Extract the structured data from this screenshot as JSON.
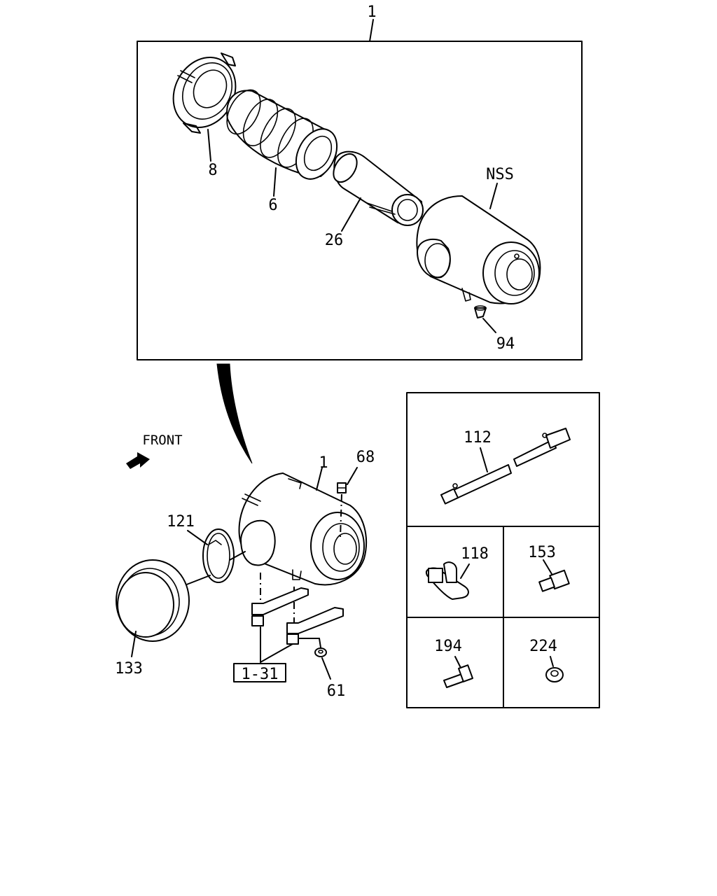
{
  "diagram": {
    "top_callout": "1",
    "exploded_view": {
      "labels": {
        "cap_clamp": "8",
        "bellows": "6",
        "element": "26",
        "housing": "NSS",
        "valve": "94"
      }
    },
    "assembly_view": {
      "front_label": "FRONT",
      "labels": {
        "housing": "1",
        "indicator": "68",
        "band": "121",
        "cover": "133",
        "bracket_ref": "1-31",
        "nut": "61"
      }
    },
    "inset_panel": {
      "labels": {
        "hose": "112",
        "elbow": "118",
        "fitting": "153",
        "bolt": "194",
        "flange_nut": "224"
      }
    }
  }
}
